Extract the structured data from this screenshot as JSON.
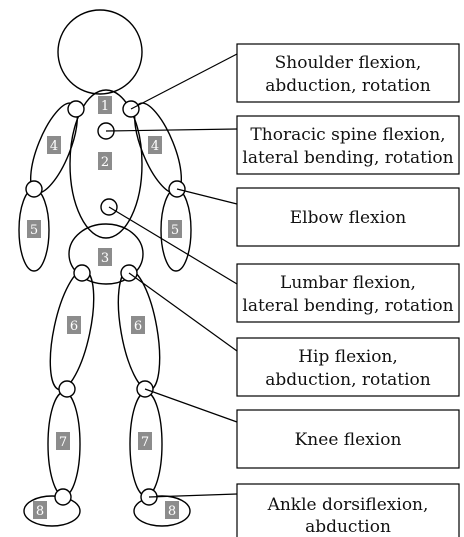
{
  "colors": {
    "segment_tag_fill": "#8c8c8c",
    "segment_tag_text": "#ffffff",
    "outline": "#000000",
    "background": "#ffffff"
  },
  "segments": [
    "1",
    "2",
    "3",
    "4",
    "4",
    "5",
    "5",
    "6",
    "6",
    "7",
    "7",
    "8",
    "8"
  ],
  "boxes": [
    {
      "lines": [
        "Shoulder flexion,",
        "abduction, rotation"
      ]
    },
    {
      "lines": [
        "Thoracic spine flexion,",
        "lateral bending, rotation"
      ]
    },
    {
      "lines": [
        "Elbow flexion"
      ]
    },
    {
      "lines": [
        "Lumbar flexion,",
        "lateral bending, rotation"
      ]
    },
    {
      "lines": [
        "Hip flexion,",
        "abduction, rotation"
      ]
    },
    {
      "lines": [
        "Knee flexion"
      ]
    },
    {
      "lines": [
        "Ankle dorsiflexion,",
        "abduction"
      ]
    }
  ]
}
